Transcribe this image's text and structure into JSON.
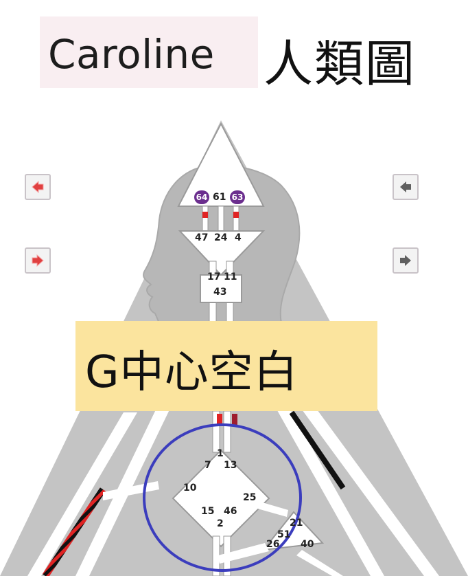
{
  "header": {
    "name": "Caroline",
    "title": "人類圖"
  },
  "banner": {
    "text": "G中心空白"
  },
  "nav": {
    "left_top_icon": "arrow-left-icon",
    "left_bottom_icon": "arrow-right-icon",
    "right_top_icon": "arrow-left-icon",
    "right_bottom_icon": "arrow-right-icon",
    "left_color": "#e04040",
    "right_color": "#606060"
  },
  "gates": {
    "head_left": "64",
    "head_mid": "61",
    "head_right": "63",
    "ajna_a": "47",
    "ajna_b": "24",
    "ajna_c": "4",
    "throat_a": "17",
    "throat_b": "11",
    "throat_c": "43",
    "g_1": "1",
    "g_7": "7",
    "g_13": "13",
    "g_10": "10",
    "g_25": "25",
    "g_15": "15",
    "g_46": "46",
    "g_2": "2",
    "heart_21": "21",
    "heart_51": "51",
    "heart_26": "26",
    "heart_40": "40"
  },
  "colors": {
    "defined_red": "#e02424",
    "personality_black": "#111111",
    "center_purple": "#6b2e8e",
    "highlight_circle": "#3b3dbd",
    "body_gray": "#bdbdbd"
  }
}
